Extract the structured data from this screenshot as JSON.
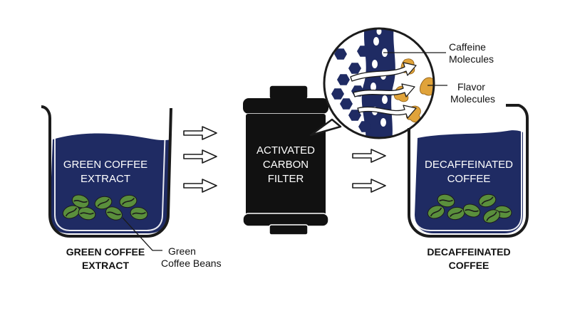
{
  "liquid_color": "#1f2b63",
  "bean_color": "#5a8f3c",
  "caffeine_color": "#1f2b63",
  "flavor_color": "#e0a33a",
  "filter_color": "#111111",
  "left_beaker": {
    "inner_line1": "GREEN COFFEE",
    "inner_line2": "EXTRACT",
    "caption_line1": "GREEN COFFEE",
    "caption_line2": "EXTRACT"
  },
  "beans_callout": {
    "line1": "Green",
    "line2": "Coffee Beans"
  },
  "filter": {
    "line1": "ACTIVATED",
    "line2": "CARBON",
    "line3": "FILTER"
  },
  "caffeine_callout": {
    "line1": "Caffeine",
    "line2": "Molecules"
  },
  "flavor_callout": {
    "line1": "Flavor",
    "line2": "Molecules"
  },
  "right_beaker": {
    "inner_line1": "DECAFFEINATED",
    "inner_line2": "COFFEE",
    "caption_line1": "DECAFFEINATED",
    "caption_line2": "COFFEE"
  }
}
